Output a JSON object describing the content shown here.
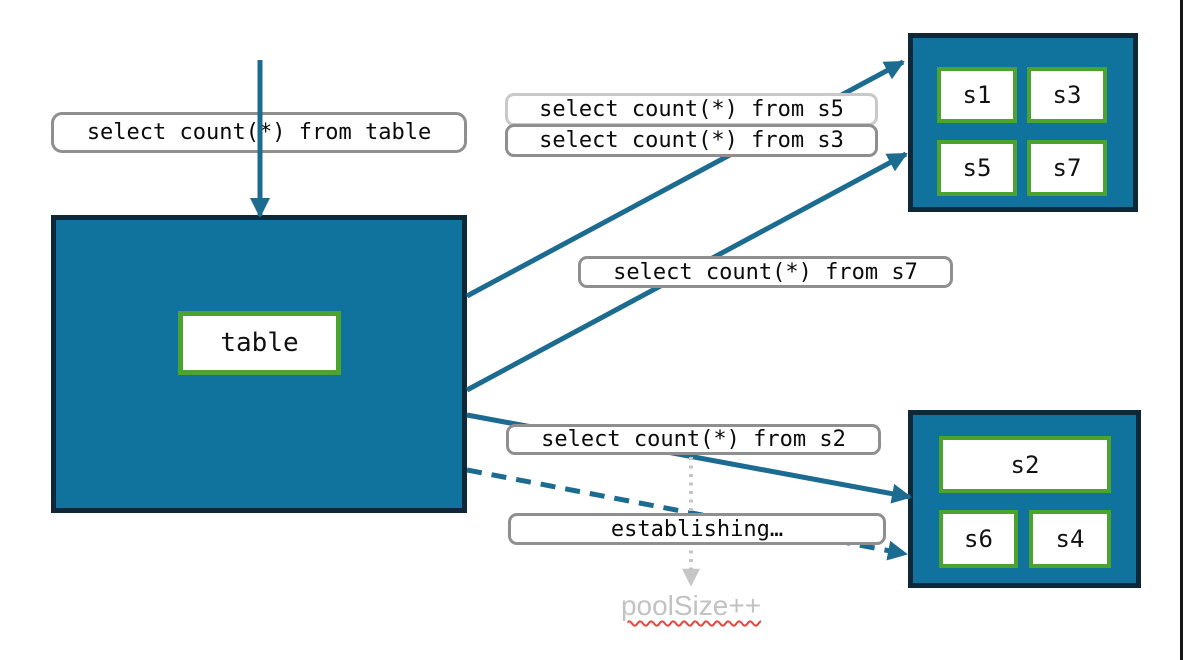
{
  "colors": {
    "teal": "#0f739e",
    "teal-dark": "#0d2838",
    "green": "#4ca32f",
    "arrow": "#1c6b90",
    "gray-border": "#8f8f8f",
    "gray-border-light": "#c9c9c9",
    "dotted-gray": "#c6c6c6",
    "pool-text": "#c2c2c2",
    "squiggle-red": "#e0493f"
  },
  "table_node": {
    "label": "table"
  },
  "labels": {
    "query_table": "select count(*) from table",
    "query_s5": "select count(*) from s5",
    "query_s3": "select count(*) from s3",
    "query_s7": "select count(*) from s7",
    "query_s2": "select count(*) from s2",
    "establishing": "establishing…",
    "pool_size": "poolSize++"
  },
  "shards_top": [
    "s1",
    "s3",
    "s5",
    "s7"
  ],
  "shards_bottom": [
    "s2",
    "s6",
    "s4"
  ]
}
